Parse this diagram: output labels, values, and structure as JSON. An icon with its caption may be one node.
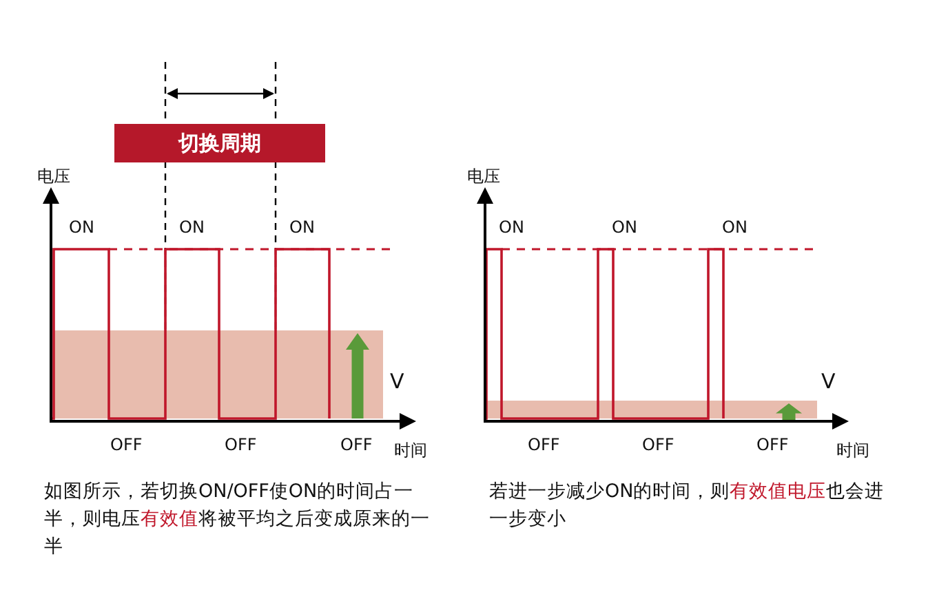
{
  "diagram": {
    "nodes": [
      {
        "text": [
          "切换周期"
        ]
      }
    ],
    "labels": [
      "电压",
      "ON",
      "ON",
      "ON",
      "V",
      "OFF",
      "OFF",
      "OFF",
      "时间",
      "电压",
      "ON",
      "ON",
      "ON",
      "V",
      "OFF",
      "OFF",
      "OFF",
      "时间",
      "如图所示，若切换ON/OFF使ON的时间占一半，则电压**有效值**将被平均之后变成原来的一半",
      "若进一步减少ON的时间，则**有效值电压**也会进一步变小"
    ]
  }
}
